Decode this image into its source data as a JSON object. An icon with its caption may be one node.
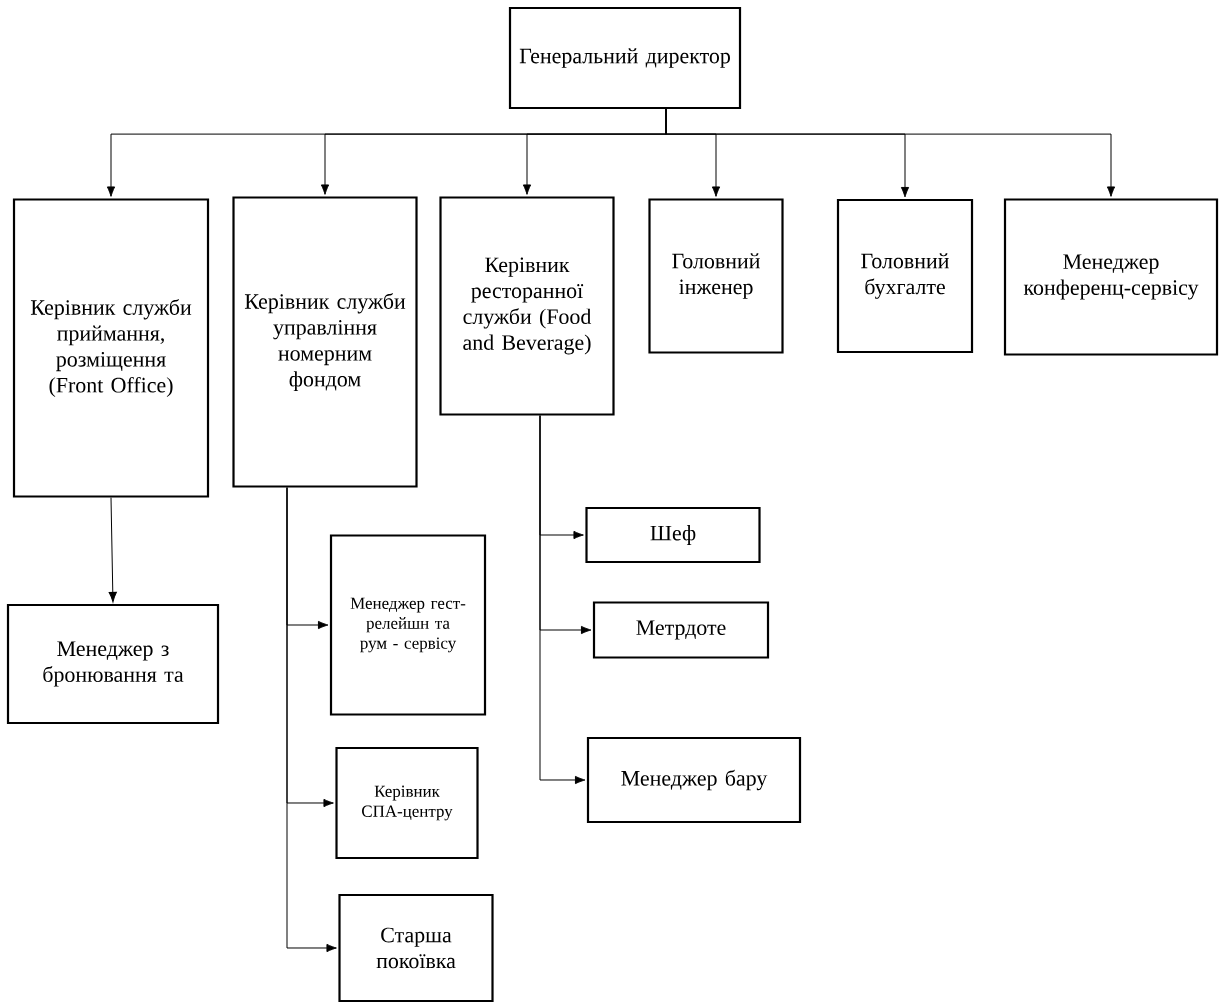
{
  "diagram": {
    "nodes": [
      {
        "text": [
          "Генеральний директор"
        ]
      },
      {
        "text": [
          "Керівник служби приймання, розміщення (Front Office)"
        ]
      },
      {
        "text": [
          "Керівник служби управління номерним фондом"
        ]
      },
      {
        "text": [
          "Керівник ресторанної служби (Food and Beverage)"
        ]
      },
      {
        "text": [
          "Головний інженер"
        ]
      },
      {
        "text": [
          "Головний бухгалте"
        ]
      },
      {
        "text": [
          "Менеджер конференц-сервісу"
        ]
      },
      {
        "text": [
          "Менеджер з бронювання та"
        ]
      },
      {
        "text": [
          "Менеджер гест-релейшн та рум - сервісу"
        ]
      },
      {
        "text": [
          "Керівник СПА-центру"
        ]
      },
      {
        "text": [
          "Старша покоївка"
        ]
      },
      {
        "text": [
          "Шеф"
        ]
      },
      {
        "text": [
          "Метрдоте"
        ]
      },
      {
        "text": [
          "Менеджер бару"
        ]
      }
    ],
    "edges": [
      {
        "from": 0,
        "to": 1,
        "arrow": "to"
      },
      {
        "from": 0,
        "to": 2,
        "arrow": "to"
      },
      {
        "from": 0,
        "to": 3,
        "arrow": "to"
      },
      {
        "from": 0,
        "to": 4,
        "arrow": "to"
      },
      {
        "from": 0,
        "to": 5,
        "arrow": "to"
      },
      {
        "from": 0,
        "to": 6,
        "arrow": "to"
      },
      {
        "from": 1,
        "to": 7,
        "arrow": "to"
      },
      {
        "from": 2,
        "to": 8,
        "arrow": "to"
      },
      {
        "from": 2,
        "to": 9,
        "arrow": "to"
      },
      {
        "from": 2,
        "to": 10,
        "arrow": "to"
      },
      {
        "from": 3,
        "to": 11,
        "arrow": "to"
      },
      {
        "from": 3,
        "to": 12,
        "arrow": "to"
      },
      {
        "from": 3,
        "to": 13,
        "arrow": "to"
      }
    ]
  }
}
